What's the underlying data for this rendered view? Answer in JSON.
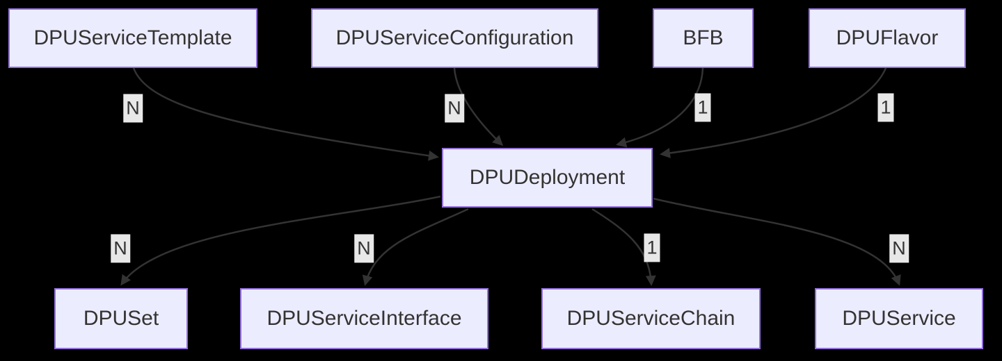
{
  "diagram": {
    "type": "flowchart",
    "nodes": [
      {
        "id": "DPUServiceTemplate",
        "label": "DPUServiceTemplate"
      },
      {
        "id": "DPUServiceConfiguration",
        "label": "DPUServiceConfiguration"
      },
      {
        "id": "BFB",
        "label": "BFB"
      },
      {
        "id": "DPUFlavor",
        "label": "DPUFlavor"
      },
      {
        "id": "DPUDeployment",
        "label": "DPUDeployment"
      },
      {
        "id": "DPUSet",
        "label": "DPUSet"
      },
      {
        "id": "DPUServiceInterface",
        "label": "DPUServiceInterface"
      },
      {
        "id": "DPUServiceChain",
        "label": "DPUServiceChain"
      },
      {
        "id": "DPUService",
        "label": "DPUService"
      }
    ],
    "edges": [
      {
        "from": "DPUServiceTemplate",
        "to": "DPUDeployment",
        "label": "N"
      },
      {
        "from": "DPUServiceConfiguration",
        "to": "DPUDeployment",
        "label": "N"
      },
      {
        "from": "BFB",
        "to": "DPUDeployment",
        "label": "1"
      },
      {
        "from": "DPUFlavor",
        "to": "DPUDeployment",
        "label": "1"
      },
      {
        "from": "DPUDeployment",
        "to": "DPUSet",
        "label": "N"
      },
      {
        "from": "DPUDeployment",
        "to": "DPUServiceInterface",
        "label": "N"
      },
      {
        "from": "DPUDeployment",
        "to": "DPUServiceChain",
        "label": "1"
      },
      {
        "from": "DPUDeployment",
        "to": "DPUService",
        "label": "N"
      }
    ],
    "colors": {
      "background": "#000000",
      "node_fill": "#ECECFF",
      "node_border": "#9370DB",
      "edge_line": "#333333",
      "edge_label_bg": "#e8e8e8",
      "text": "#333333"
    }
  }
}
